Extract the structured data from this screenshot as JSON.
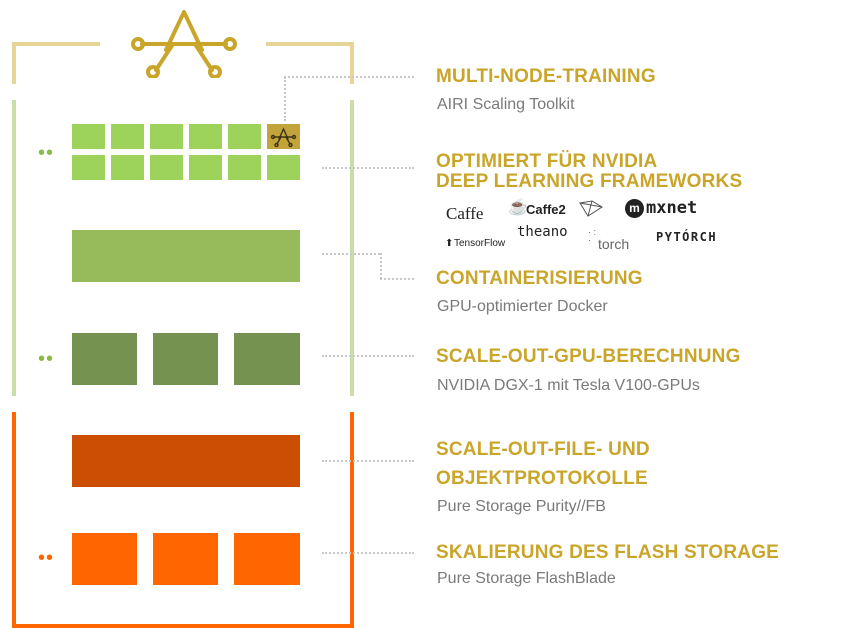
{
  "colors": {
    "accent_gold": "#c9a52a",
    "frame_tan": "#e6d595",
    "frame_green": "#c9dea7",
    "frame_orange": "#ff6600",
    "cell_green": "#9dd35a",
    "bar_green": "#97bb5b",
    "gpu_green": "#759250",
    "file_orange": "#cb4e02",
    "flash_orange": "#ff6600"
  },
  "icons": {
    "top": "airi-logo-icon",
    "cell": "airi-small-icon"
  },
  "sections": [
    {
      "title": "MULTI-NODE-TRAINING",
      "subtitle": "AIRI Scaling Toolkit"
    },
    {
      "title_lines": [
        "OPTIMIERT FÜR NVIDIA",
        "DEEP LEARNING FRAMEWORKS"
      ],
      "logos": [
        "Caffe",
        "Caffe2",
        "mxnet",
        "TensorFlow",
        "theano",
        "torch",
        "PYTÓRCH"
      ]
    },
    {
      "title": "CONTAINERISIERUNG",
      "subtitle": "GPU-optimierter Docker"
    },
    {
      "title": "SCALE-OUT-GPU-BERECHNUNG",
      "subtitle": "NVIDIA DGX-1 mit Tesla V100-GPUs"
    },
    {
      "title_lines": [
        "SCALE-OUT-FILE- UND",
        "OBJEKTPROTOKOLLE"
      ],
      "subtitle": "Pure Storage Purity//FB"
    },
    {
      "title": "SKALIERUNG DES FLASH STORAGE",
      "subtitle": "Pure Storage FlashBlade"
    }
  ]
}
